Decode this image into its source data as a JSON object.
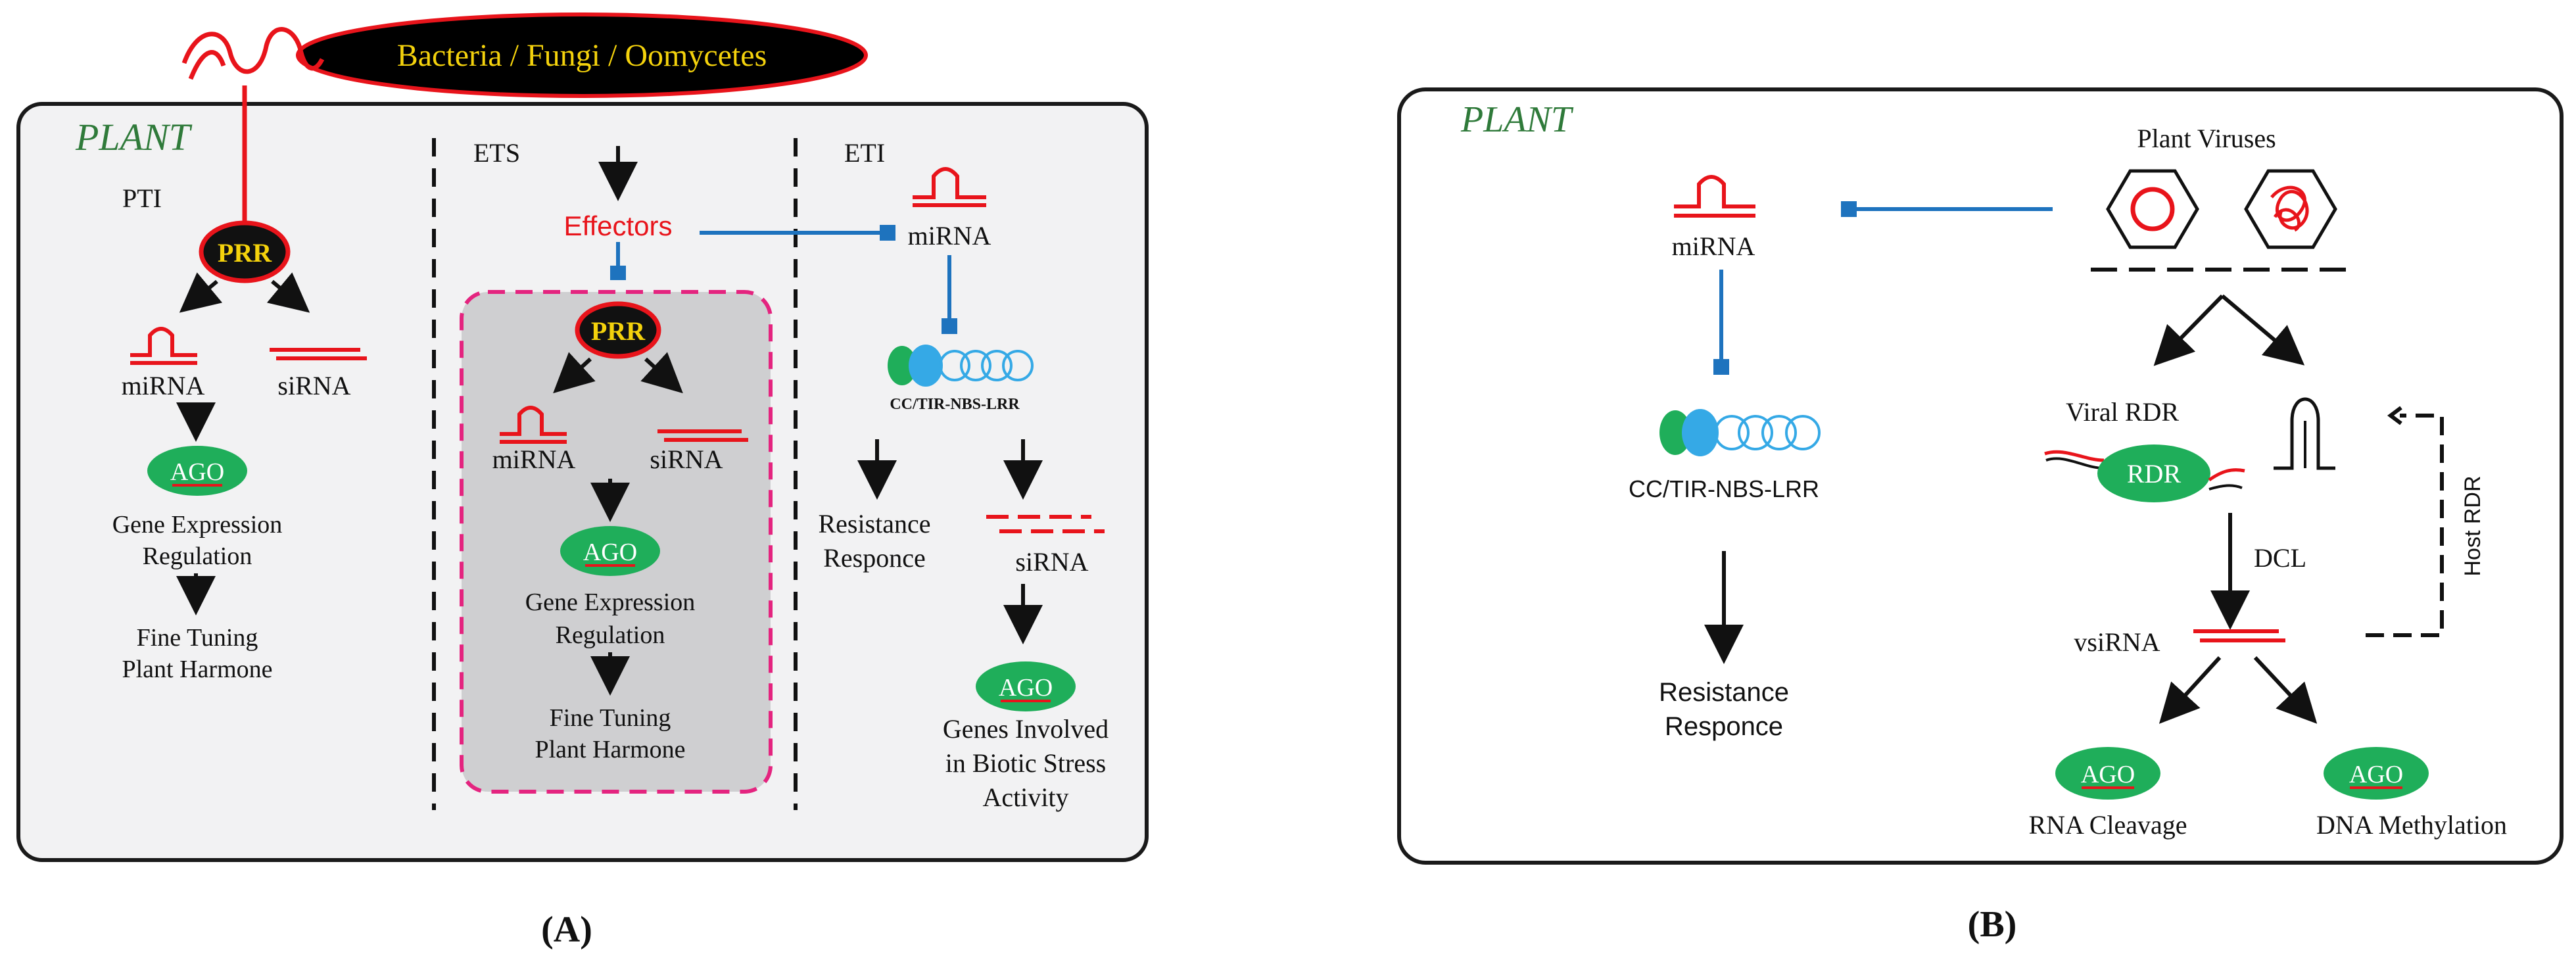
{
  "colors": {
    "red": "#e8141b",
    "blue": "#1e73be",
    "green": "#1fae5a",
    "ago_text": "#ffffff",
    "plant_label": "#2f7a3a",
    "prr_fill": "#111111",
    "prr_text": "#f4d20c",
    "pathogen_fill": "#000000",
    "pathogen_text": "#f4d20c",
    "ets_box_fill": "#cfcfd1",
    "ets_box_border": "#e4247f",
    "panel_fill": "#f2f2f3",
    "lrr_blue": "#35a9e6"
  },
  "panel_a": {
    "pathogen": "Bacteria / Fungi / Oomycetes",
    "plant": "PLANT",
    "pti": "PTI",
    "ets": "ETS",
    "eti": "ETI",
    "prr": "PRR",
    "prr2": "PRR",
    "effectors": "Effectors",
    "mirna_pti": "miRNA",
    "sirna_pti": "siRNA",
    "ago_pti": "AGO",
    "gene_expr_1": "Gene Expression",
    "regulation_1": "Regulation",
    "fine_tuning_1": "Fine Tuning",
    "plant_hormone_1": "Plant Harmone",
    "mirna_ets": "miRNA",
    "sirna_ets": "siRNA",
    "ago_ets": "AGO",
    "gene_expr_2": "Gene Expression",
    "regulation_2": "Regulation",
    "fine_tuning_2": "Fine Tuning",
    "plant_hormone_2": "Plant Harmone",
    "mirna_eti": "miRNA",
    "cc_tir_small": "CC/TIR-NBS-LRR",
    "resistance_1": "Resistance",
    "responce_1": "Responce",
    "sirna_eti": "siRNA",
    "ago_eti": "AGO",
    "genes_involved": "Genes Involved",
    "in_biotic": "in Biotic Stress",
    "activity": "Activity",
    "caption": "(A)"
  },
  "panel_b": {
    "plant": "PLANT",
    "plant_viruses": "Plant Viruses",
    "mirna": "miRNA",
    "cc_tir": "CC/TIR-NBS-LRR",
    "resistance": "Resistance",
    "responce": "Responce",
    "viral_rdr": "Viral RDR",
    "rdr": "RDR",
    "dcl": "DCL",
    "host_rdr": "Host RDR",
    "vsirna": "vsiRNA",
    "ago_left": "AGO",
    "ago_right": "AGO",
    "rna_cleavage": "RNA Cleavage",
    "dna_methylation": "DNA Methylation",
    "caption": "(B)"
  }
}
